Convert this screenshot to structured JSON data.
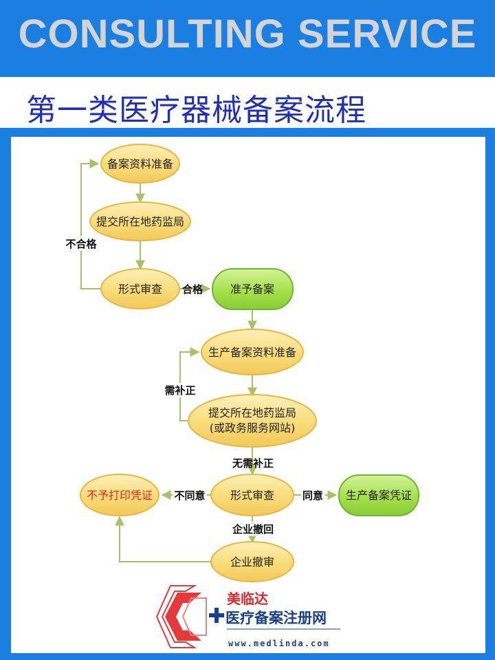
{
  "header": {
    "title": "CONSULTING SERVICE"
  },
  "subtitle": "第一类医疗器械备案流程",
  "flow": {
    "nodes": {
      "n1": "备案资料准备",
      "n2": "提交所在地药监局",
      "n3": "形式审查",
      "n4": "准予备案",
      "n5": "生产备案资料准备",
      "n6_line1": "提交所在地药监局",
      "n6_line2": "(或政务服务网站)",
      "n7": "形式审查",
      "n8": "生产备案凭证",
      "n9": "不予打印凭证",
      "n10": "企业撤审"
    },
    "edges": {
      "fail": "不合格",
      "pass": "合格",
      "need_fix": "需补正",
      "no_fix": "无需补正",
      "agree": "同意",
      "disagree": "不同意",
      "withdraw": "企业撤回"
    },
    "colors": {
      "yellow_fill": "#f8dc78",
      "yellow_stroke": "#e8b63c",
      "green_fill": "#a6e04a",
      "green_stroke": "#6fb42c",
      "arrow": "#a8c06a",
      "reject_text": "#e8231d"
    }
  },
  "logo": {
    "brand": "美临达",
    "name": "医疗备案注册网",
    "url": "www.medlinda.com"
  }
}
